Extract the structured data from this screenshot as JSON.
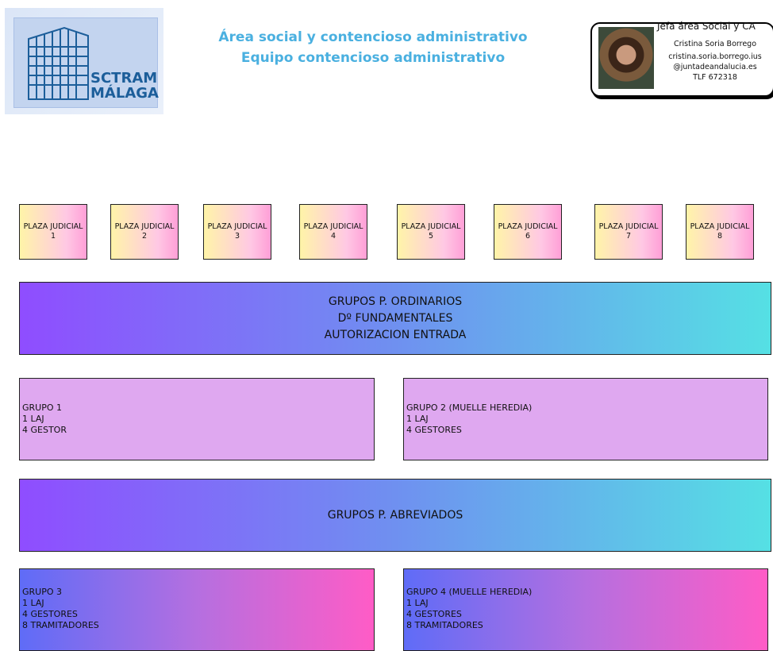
{
  "logo": {
    "line1": "SCTRAM",
    "line2": "MÁLAGA"
  },
  "header": {
    "title_line1": "Área social y contencioso administrativo",
    "title_line2": "Equipo contencioso administrativo"
  },
  "contact_card": {
    "role": "Jefa área Social y CA",
    "name": "Cristina Soria Borrego",
    "email_line1": "cristina.soria.borrego.ius",
    "email_line2": "@juntadeandalucia.es",
    "phone": "TLF 672318"
  },
  "plazas": [
    {
      "label": "PLAZA JUDICIAL",
      "number": "1"
    },
    {
      "label": "PLAZA JUDICIAL",
      "number": "2"
    },
    {
      "label": "PLAZA JUDICIAL",
      "number": "3"
    },
    {
      "label": "PLAZA JUDICIAL",
      "number": "4"
    },
    {
      "label": "PLAZA JUDICIAL",
      "number": "5"
    },
    {
      "label": "PLAZA JUDICIAL",
      "number": "6"
    },
    {
      "label": "PLAZA JUDICIAL",
      "number": "7"
    },
    {
      "label": "PLAZA JUDICIAL",
      "number": "8"
    }
  ],
  "band_ordinarios": {
    "line1": "GRUPOS P. ORDINARIOS",
    "line2": "Dº FUNDAMENTALES",
    "line3": "AUTORIZACION ENTRADA"
  },
  "grupo1": {
    "title": "GRUPO 1",
    "l1": "1 LAJ",
    "l2": "4 GESTOR"
  },
  "grupo2": {
    "title": "GRUPO 2 (MUELLE HEREDIA)",
    "l1": "1 LAJ",
    "l2": "4 GESTORES"
  },
  "band_abreviados": {
    "line1": "GRUPOS P. ABREVIADOS"
  },
  "grupo3": {
    "title": "GRUPO 3",
    "l1": "1 LAJ",
    "l2": "4 GESTORES",
    "l3": "8 TRAMITADORES"
  },
  "grupo4": {
    "title": "GRUPO 4 (MUELLE HEREDIA)",
    "l1": "1 LAJ",
    "l2": "4 GESTORES",
    "l3": "8 TRAMITADORES"
  }
}
